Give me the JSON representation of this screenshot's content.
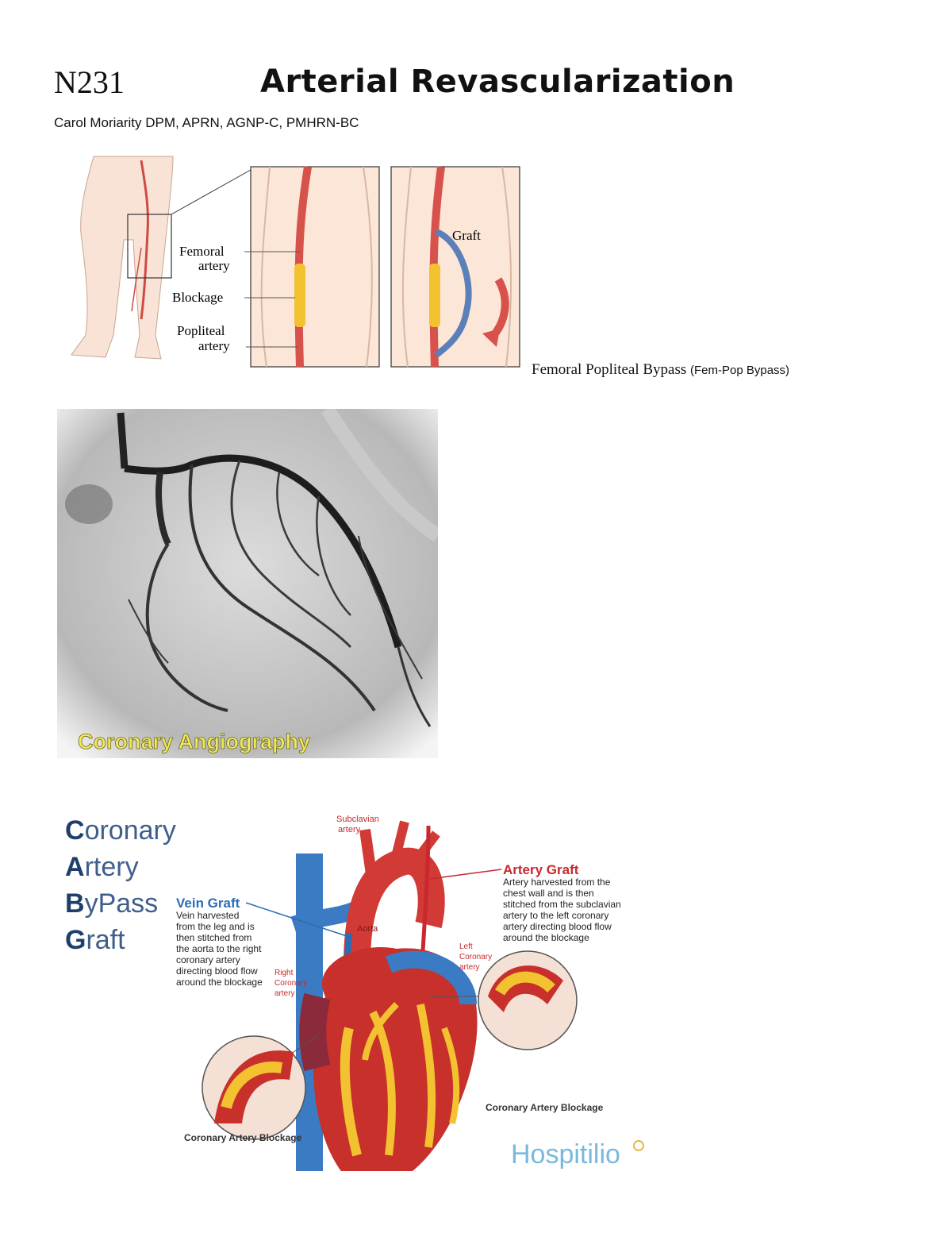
{
  "header": {
    "course": "N231",
    "title": "Arterial Revascularization",
    "author": "Carol Moriarity DPM, APRN, AGNP-C, PMHRN-BC"
  },
  "figure1": {
    "labels": {
      "femoral_1": "Femoral",
      "femoral_2": "artery",
      "blockage": "Blockage",
      "popliteal_1": "Popliteal",
      "popliteal_2": "artery",
      "graft": "Graft"
    },
    "caption_main": "Femoral Popliteal Bypass",
    "caption_small": "(Fem-Pop Bypass)"
  },
  "figure2": {
    "caption": "Coronary Angiography"
  },
  "figure3": {
    "acronym": [
      {
        "first": "C",
        "rest": "oronary"
      },
      {
        "first": "A",
        "rest": "rtery"
      },
      {
        "first": "B",
        "rest": "yPass"
      },
      {
        "first": "G",
        "rest": "raft"
      }
    ],
    "vein_graft_title": "Vein Graft",
    "vein_graft_lines": [
      "Vein harvested",
      "from the leg and is",
      "then stitched from",
      "the aorta to the right",
      "coronary artery",
      "directing blood flow",
      "around the blockage"
    ],
    "artery_graft_title": "Artery Graft",
    "artery_graft_lines": [
      "Artery harvested from the",
      "chest wall and is then",
      "stitched from the subclavian",
      "artery to the left coronary",
      "artery directing blood flow",
      "around the blockage"
    ],
    "subclavian_1": "Subclavian",
    "subclavian_2": "artery",
    "aorta": "Aorta",
    "right_coronary": [
      "Right",
      "Coronary",
      "artery"
    ],
    "left_coronary": [
      "Left",
      "Coronary",
      "artery"
    ],
    "blockage_left": "Coronary Artery Blockage",
    "blockage_right": "Coronary Artery Blockage",
    "brand": "Hospitilio"
  },
  "colors": {
    "artery_red": "#d8524c",
    "skin": "#f8ddcc",
    "vein_blue": "#4a80c0",
    "blockage_yellow": "#f2c230",
    "graft_red": "#c8282e",
    "vein_graft_blue": "#2a6db5",
    "brand_blue": "#7ab8dd",
    "caption_yellow": "#f2e85a"
  }
}
